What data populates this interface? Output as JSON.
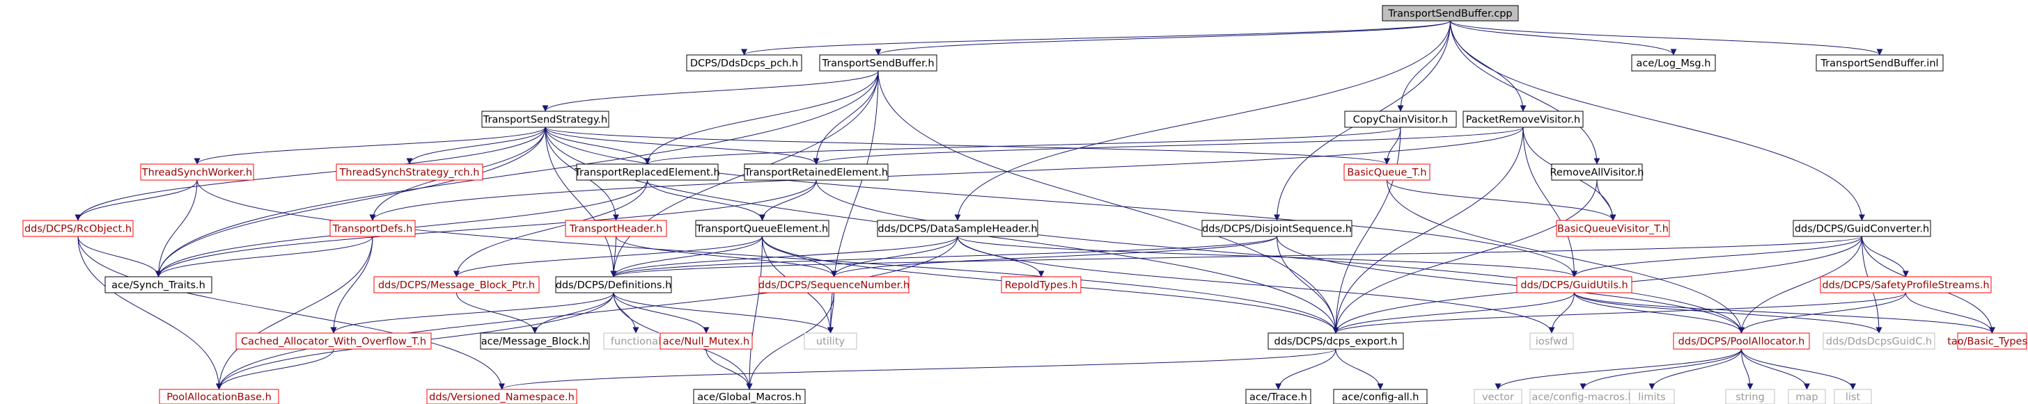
{
  "colors": {
    "edge": "#191970",
    "root_fill": "#bfbfbf",
    "normal_border": "#000000",
    "normal_text": "#000000",
    "red_border": "#ff0000",
    "red_text": "#9a0000",
    "gray_border": "#bfbfbf",
    "gray_text": "#9a9a9a"
  },
  "nodes": [
    {
      "id": "root",
      "label": "TransportSendBuffer.cpp",
      "style": "root"
    },
    {
      "id": "pch",
      "label": "DCPS/DdsDcps_pch.h",
      "style": "normal"
    },
    {
      "id": "tsbh",
      "label": "TransportSendBuffer.h",
      "style": "normal"
    },
    {
      "id": "logmsg",
      "label": "ace/Log_Msg.h",
      "style": "normal"
    },
    {
      "id": "tsbinl",
      "label": "TransportSendBuffer.inl",
      "style": "normal"
    },
    {
      "id": "tss",
      "label": "TransportSendStrategy.h",
      "style": "normal"
    },
    {
      "id": "ccv",
      "label": "CopyChainVisitor.h",
      "style": "normal"
    },
    {
      "id": "prv",
      "label": "PacketRemoveVisitor.h",
      "style": "normal"
    },
    {
      "id": "tsw",
      "label": "ThreadSynchWorker.h",
      "style": "red"
    },
    {
      "id": "tssr",
      "label": "ThreadSynchStrategy_rch.h",
      "style": "red"
    },
    {
      "id": "tre",
      "label": "TransportReplacedElement.h",
      "style": "normal"
    },
    {
      "id": "tret",
      "label": "TransportRetainedElement.h",
      "style": "normal"
    },
    {
      "id": "bq",
      "label": "BasicQueue_T.h",
      "style": "red"
    },
    {
      "id": "rav",
      "label": "RemoveAllVisitor.h",
      "style": "normal"
    },
    {
      "id": "rco",
      "label": "dds/DCPS/RcObject.h",
      "style": "red"
    },
    {
      "id": "tdefs",
      "label": "TransportDefs.h",
      "style": "red"
    },
    {
      "id": "thdr",
      "label": "TransportHeader.h",
      "style": "red"
    },
    {
      "id": "tqe",
      "label": "TransportQueueElement.h",
      "style": "normal"
    },
    {
      "id": "dsh",
      "label": "dds/DCPS/DataSampleHeader.h",
      "style": "normal"
    },
    {
      "id": "dis",
      "label": "dds/DCPS/DisjointSequence.h",
      "style": "normal"
    },
    {
      "id": "bqv",
      "label": "BasicQueueVisitor_T.h",
      "style": "red"
    },
    {
      "id": "gconv",
      "label": "dds/DCPS/GuidConverter.h",
      "style": "normal"
    },
    {
      "id": "synch",
      "label": "ace/Synch_Traits.h",
      "style": "normal"
    },
    {
      "id": "mbp",
      "label": "dds/DCPS/Message_Block_Ptr.h",
      "style": "red"
    },
    {
      "id": "defs",
      "label": "dds/DCPS/Definitions.h",
      "style": "normal"
    },
    {
      "id": "seqn",
      "label": "dds/DCPS/SequenceNumber.h",
      "style": "red"
    },
    {
      "id": "repo",
      "label": "RepoIdTypes.h",
      "style": "red"
    },
    {
      "id": "gutil",
      "label": "dds/DCPS/GuidUtils.h",
      "style": "red"
    },
    {
      "id": "sps",
      "label": "dds/DCPS/SafetyProfileStreams.h",
      "style": "red"
    },
    {
      "id": "cawo",
      "label": "Cached_Allocator_With_Overflow_T.h",
      "style": "red"
    },
    {
      "id": "acemb",
      "label": "ace/Message_Block.h",
      "style": "normal"
    },
    {
      "id": "func",
      "label": "functional",
      "style": "gray"
    },
    {
      "id": "nullm",
      "label": "ace/Null_Mutex.h",
      "style": "red"
    },
    {
      "id": "util",
      "label": "utility",
      "style": "gray"
    },
    {
      "id": "export",
      "label": "dds/DCPS/dcps_export.h",
      "style": "normal"
    },
    {
      "id": "iosfwd",
      "label": "iosfwd",
      "style": "gray"
    },
    {
      "id": "pool",
      "label": "dds/DCPS/PoolAllocator.h",
      "style": "red"
    },
    {
      "id": "guidc",
      "label": "dds/DdsDcpsGuidC.h",
      "style": "gray"
    },
    {
      "id": "basict",
      "label": "tao/Basic_Types.h",
      "style": "red"
    },
    {
      "id": "pab",
      "label": "PoolAllocationBase.h",
      "style": "red"
    },
    {
      "id": "vns",
      "label": "dds/Versioned_Namespace.h",
      "style": "red"
    },
    {
      "id": "gmac",
      "label": "ace/Global_Macros.h",
      "style": "normal"
    },
    {
      "id": "trace",
      "label": "ace/Trace.h",
      "style": "normal"
    },
    {
      "id": "cfgall",
      "label": "ace/config-all.h",
      "style": "normal"
    },
    {
      "id": "vector",
      "label": "vector",
      "style": "gray"
    },
    {
      "id": "cfgmac",
      "label": "ace/config-macros.h",
      "style": "gray"
    },
    {
      "id": "limits",
      "label": "limits",
      "style": "gray"
    },
    {
      "id": "string",
      "label": "string",
      "style": "gray"
    },
    {
      "id": "map",
      "label": "map",
      "style": "gray"
    },
    {
      "id": "list",
      "label": "list",
      "style": "gray"
    }
  ],
  "edges": [
    [
      "root",
      "pch"
    ],
    [
      "root",
      "tsbh"
    ],
    [
      "root",
      "logmsg"
    ],
    [
      "root",
      "tsbinl"
    ],
    [
      "root",
      "ccv"
    ],
    [
      "root",
      "prv"
    ],
    [
      "root",
      "rav"
    ],
    [
      "root",
      "dsh"
    ],
    [
      "root",
      "dis"
    ],
    [
      "root",
      "gconv"
    ],
    [
      "tsbh",
      "tss"
    ],
    [
      "tsbh",
      "tre"
    ],
    [
      "tsbh",
      "tret"
    ],
    [
      "tsbh",
      "synch"
    ],
    [
      "tsbh",
      "export"
    ],
    [
      "tsbh",
      "util"
    ],
    [
      "tsbh",
      "defs"
    ],
    [
      "tss",
      "tsw"
    ],
    [
      "tss",
      "tssr"
    ],
    [
      "tss",
      "tre"
    ],
    [
      "tss",
      "tret"
    ],
    [
      "tss",
      "bq"
    ],
    [
      "tss",
      "rco"
    ],
    [
      "tss",
      "tdefs"
    ],
    [
      "tss",
      "thdr"
    ],
    [
      "tss",
      "synch"
    ],
    [
      "tss",
      "defs"
    ],
    [
      "tss",
      "export"
    ],
    [
      "tss",
      "gutil"
    ],
    [
      "ccv",
      "bq"
    ],
    [
      "ccv",
      "tre"
    ],
    [
      "ccv",
      "export"
    ],
    [
      "prv",
      "tret"
    ],
    [
      "prv",
      "bqv"
    ],
    [
      "prv",
      "export"
    ],
    [
      "prv",
      "tdefs"
    ],
    [
      "prv",
      "gutil"
    ],
    [
      "rav",
      "bqv"
    ],
    [
      "rav",
      "export"
    ],
    [
      "tsw",
      "rco"
    ],
    [
      "tsw",
      "synch"
    ],
    [
      "tsw",
      "export"
    ],
    [
      "tre",
      "tqe"
    ],
    [
      "tre",
      "synch"
    ],
    [
      "tre",
      "mbp"
    ],
    [
      "tret",
      "tqe"
    ],
    [
      "tret",
      "synch"
    ],
    [
      "tret",
      "pool"
    ],
    [
      "bq",
      "bqv"
    ],
    [
      "bq",
      "pool"
    ],
    [
      "rco",
      "synch"
    ],
    [
      "rco",
      "pab"
    ],
    [
      "rco",
      "vns"
    ],
    [
      "tdefs",
      "synch"
    ],
    [
      "tdefs",
      "cawo"
    ],
    [
      "tdefs",
      "pab"
    ],
    [
      "thdr",
      "defs"
    ],
    [
      "thdr",
      "seqn"
    ],
    [
      "tqe",
      "defs"
    ],
    [
      "tqe",
      "seqn"
    ],
    [
      "tqe",
      "util"
    ],
    [
      "tqe",
      "gmac"
    ],
    [
      "tqe",
      "export"
    ],
    [
      "tqe",
      "mbp"
    ],
    [
      "dsh",
      "defs"
    ],
    [
      "dsh",
      "seqn"
    ],
    [
      "dsh",
      "repo"
    ],
    [
      "dsh",
      "gutil"
    ],
    [
      "dsh",
      "pab"
    ],
    [
      "dsh",
      "iosfwd"
    ],
    [
      "dis",
      "defs"
    ],
    [
      "dis",
      "seqn"
    ],
    [
      "dis",
      "export"
    ],
    [
      "dis",
      "pool"
    ],
    [
      "gconv",
      "gutil"
    ],
    [
      "gconv",
      "sps"
    ],
    [
      "gconv",
      "export"
    ],
    [
      "gconv",
      "basict"
    ],
    [
      "gconv",
      "guidc"
    ],
    [
      "gconv",
      "defs"
    ],
    [
      "gconv",
      "pool"
    ],
    [
      "mbp",
      "acemb"
    ],
    [
      "defs",
      "cawo"
    ],
    [
      "defs",
      "acemb"
    ],
    [
      "defs",
      "func"
    ],
    [
      "defs",
      "nullm"
    ],
    [
      "defs",
      "util"
    ],
    [
      "defs",
      "gmac"
    ],
    [
      "defs",
      "pab"
    ],
    [
      "seqn",
      "util"
    ],
    [
      "seqn",
      "gmac"
    ],
    [
      "gutil",
      "export"
    ],
    [
      "gutil",
      "iosfwd"
    ],
    [
      "gutil",
      "pool"
    ],
    [
      "gutil",
      "guidc"
    ],
    [
      "gutil",
      "basict"
    ],
    [
      "sps",
      "export"
    ],
    [
      "sps",
      "pool"
    ],
    [
      "sps",
      "basict"
    ],
    [
      "cawo",
      "pab"
    ],
    [
      "nullm",
      "gmac"
    ],
    [
      "export",
      "trace"
    ],
    [
      "export",
      "cfgall"
    ],
    [
      "export",
      "vns"
    ],
    [
      "pool",
      "vector"
    ],
    [
      "pool",
      "cfgmac"
    ],
    [
      "pool",
      "limits"
    ],
    [
      "pool",
      "string"
    ],
    [
      "pool",
      "map"
    ],
    [
      "pool",
      "list"
    ]
  ]
}
